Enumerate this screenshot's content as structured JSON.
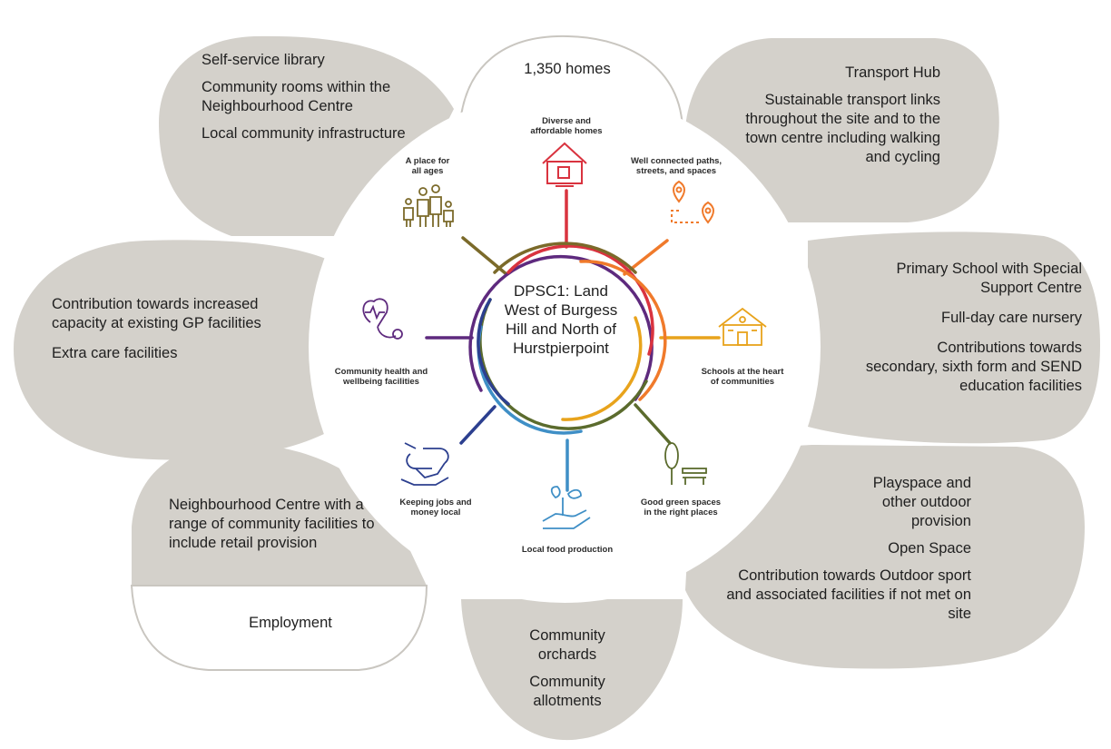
{
  "center_title": "DPSC1: Land West of Burgess Hill and North of Hurstpierpoint",
  "petals": {
    "top": {
      "lines": [
        "1,350 homes"
      ]
    },
    "top_left": {
      "lines": [
        "Self-service library",
        "Community rooms within the Neighbourhood Centre",
        "Local community infrastructure"
      ]
    },
    "top_right": {
      "lines": [
        "Transport Hub",
        "Sustainable transport links throughout the site and to the town centre including walking and cycling"
      ]
    },
    "left": {
      "lines": [
        "Contribution towards increased capacity at existing GP facilities",
        "Extra care facilities"
      ]
    },
    "right": {
      "lines": [
        "Primary School with Special Support Centre",
        "Full-day care nursery",
        "Contributions towards secondary, sixth form and SEND education facilities"
      ]
    },
    "bottom_left": {
      "lines": [
        "Neighbourhood Centre with a range of community facilities to include retail provision"
      ]
    },
    "bottom_left_white": {
      "lines": [
        "Employment"
      ]
    },
    "bottom_right": {
      "lines": [
        "Playspace and other outdoor provision",
        "Open Space",
        "Contribution towards Outdoor sport and associated facilities if not met on site"
      ]
    },
    "bottom": {
      "lines": [
        "Community orchards",
        "Community allotments"
      ]
    }
  },
  "spokes": [
    {
      "label": "Diverse and\naffordable homes",
      "icon": "house-icon"
    },
    {
      "label": "Well connected paths,\nstreets, and spaces",
      "icon": "route-pins-icon"
    },
    {
      "label": "Schools at the heart\nof communities",
      "icon": "school-building-icon"
    },
    {
      "label": "Good green spaces\nin the right places",
      "icon": "tree-bench-icon"
    },
    {
      "label": "Local food production",
      "icon": "seedling-hand-icon"
    },
    {
      "label": "Keeping jobs and\nmoney local",
      "icon": "handshake-icon"
    },
    {
      "label": "Community health and\nwellbeing facilities",
      "icon": "stethoscope-icon"
    },
    {
      "label": "A place for\nall ages",
      "icon": "family-icon"
    }
  ],
  "colors": {
    "petal_fill": "#d4d1cb",
    "petal_outline": "#c9c6c0",
    "spoke_homes": "#d9333f",
    "spoke_paths": "#f07a2b",
    "spoke_schools": "#e8a31c",
    "spoke_green": "#5b6b2d",
    "spoke_food": "#3f8fc6",
    "spoke_jobs": "#2c3f8f",
    "spoke_health": "#5e2a7e",
    "spoke_ages": "#7b6a2a"
  }
}
